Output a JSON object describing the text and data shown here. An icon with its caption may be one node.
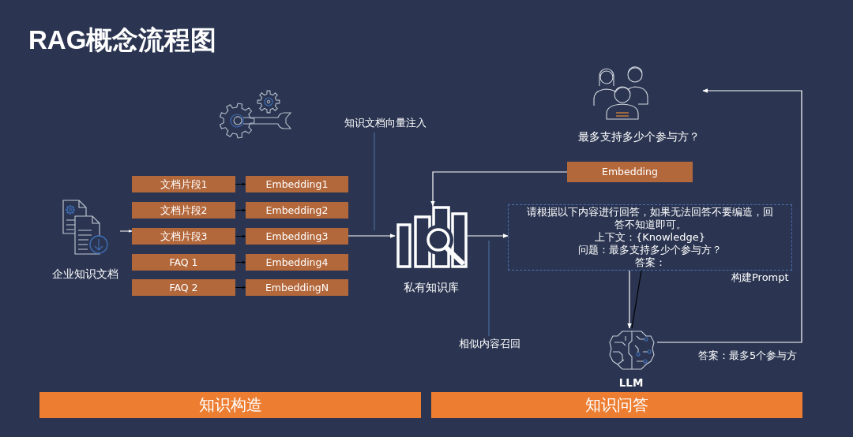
{
  "diagram": {
    "title": "RAG概念流程图",
    "nodes": [
      {
        "text": [
          "企业知识文档"
        ]
      },
      {
        "text": [
          "文档片段1"
        ]
      },
      {
        "text": [
          "Embedding1"
        ]
      },
      {
        "text": [
          "文档片段2"
        ]
      },
      {
        "text": [
          "Embedding2"
        ]
      },
      {
        "text": [
          "文档片段3"
        ]
      },
      {
        "text": [
          "Embedding3"
        ]
      },
      {
        "text": [
          "FAQ 1"
        ]
      },
      {
        "text": [
          "Embedding4"
        ]
      },
      {
        "text": [
          "FAQ 2"
        ]
      },
      {
        "text": [
          "EmbeddingN"
        ]
      },
      {
        "text": [
          "知识文档向量注入"
        ]
      },
      {
        "text": [
          "私有知识库"
        ]
      },
      {
        "text": [
          "相似内容召回"
        ]
      },
      {
        "text": [
          "最多支持多少个参与方？"
        ]
      },
      {
        "text": [
          "Embedding"
        ]
      },
      {
        "text": [
          "请根据以下内容进行回答，如果无法回答不要编造，回答不知道即可。",
          "上下文：{Knowledge}",
          "问题：最多支持多少个参与方？",
          "答案："
        ],
        "beside": [
          "构建Prompt"
        ]
      },
      {
        "text": [
          "LLM"
        ]
      },
      {
        "text": [
          "知识构造"
        ]
      },
      {
        "text": [
          "知识问答"
        ]
      }
    ],
    "edges": [
      {
        "from": 0,
        "to": 5,
        "arrow": "to"
      },
      {
        "from": 1,
        "to": 2,
        "arrow": "to",
        "color": "#000000"
      },
      {
        "from": 3,
        "to": 4,
        "arrow": "to",
        "color": "#000000"
      },
      {
        "from": 5,
        "to": 6,
        "arrow": "to",
        "color": "#000000"
      },
      {
        "from": 7,
        "to": 8,
        "arrow": "to",
        "color": "#000000"
      },
      {
        "from": 9,
        "to": 10,
        "arrow": "to",
        "color": "#000000"
      },
      {
        "from": 6,
        "to": 12,
        "arrow": "to"
      },
      {
        "from": 11,
        "to": null,
        "arrow": "none",
        "color": "#4a6a9c"
      },
      {
        "from": 15,
        "to": 12,
        "arrow": "to"
      },
      {
        "from": 12,
        "to": 16,
        "arrow": "to"
      },
      {
        "from": 13,
        "to": null,
        "arrow": "none",
        "color": "#4a6a9c"
      },
      {
        "from": 16,
        "to": 17,
        "arrow": "to"
      },
      {
        "from": 16,
        "to": 17,
        "arrow": "none",
        "color": "#000000"
      },
      {
        "from": 17,
        "to": 14,
        "arrow": "to",
        "label": "答案：最多5个参与方"
      }
    ]
  }
}
